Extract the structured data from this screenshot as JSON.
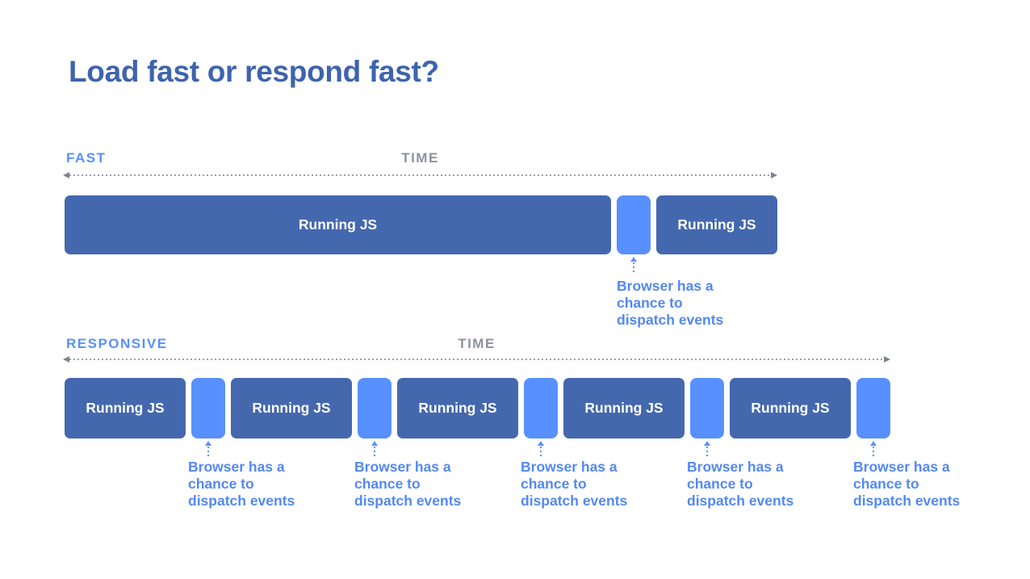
{
  "slide": {
    "title": "Load fast or respond fast?"
  },
  "colors": {
    "title_blue": "#3e63ae",
    "running_js_block": "#4468ae",
    "browser_gap_block": "#5890ff",
    "section_label_blue": "#5890ff",
    "annotation_blue": "#5488f2",
    "time_gray": "#8d929e",
    "timeline_dots": "#9aa1b3",
    "timeline_arrow": "#7d8391"
  },
  "fast_section": {
    "label": "FAST",
    "time_label": "TIME",
    "blocks": [
      {
        "type": "running-js",
        "label": "Running JS"
      },
      {
        "type": "browser-gap",
        "label": ""
      },
      {
        "type": "running-js",
        "label": "Running JS"
      }
    ],
    "annotations": [
      {
        "text": "Browser has a\nchance to\ndispatch events"
      }
    ]
  },
  "responsive_section": {
    "label": "RESPONSIVE",
    "time_label": "TIME",
    "blocks": [
      {
        "type": "running-js",
        "label": "Running JS"
      },
      {
        "type": "browser-gap",
        "label": ""
      },
      {
        "type": "running-js",
        "label": "Running JS"
      },
      {
        "type": "browser-gap",
        "label": ""
      },
      {
        "type": "running-js",
        "label": "Running JS"
      },
      {
        "type": "browser-gap",
        "label": ""
      },
      {
        "type": "running-js",
        "label": "Running JS"
      },
      {
        "type": "browser-gap",
        "label": ""
      },
      {
        "type": "running-js",
        "label": "Running JS"
      },
      {
        "type": "browser-gap",
        "label": ""
      }
    ],
    "annotations": [
      {
        "text": "Browser has a\nchance to\ndispatch events"
      },
      {
        "text": "Browser has a\nchance to\ndispatch events"
      },
      {
        "text": "Browser has a\nchance to\ndispatch events"
      },
      {
        "text": "Browser has a\nchance to\ndispatch events"
      },
      {
        "text": "Browser has a\nchance to\ndispatch events"
      }
    ]
  }
}
